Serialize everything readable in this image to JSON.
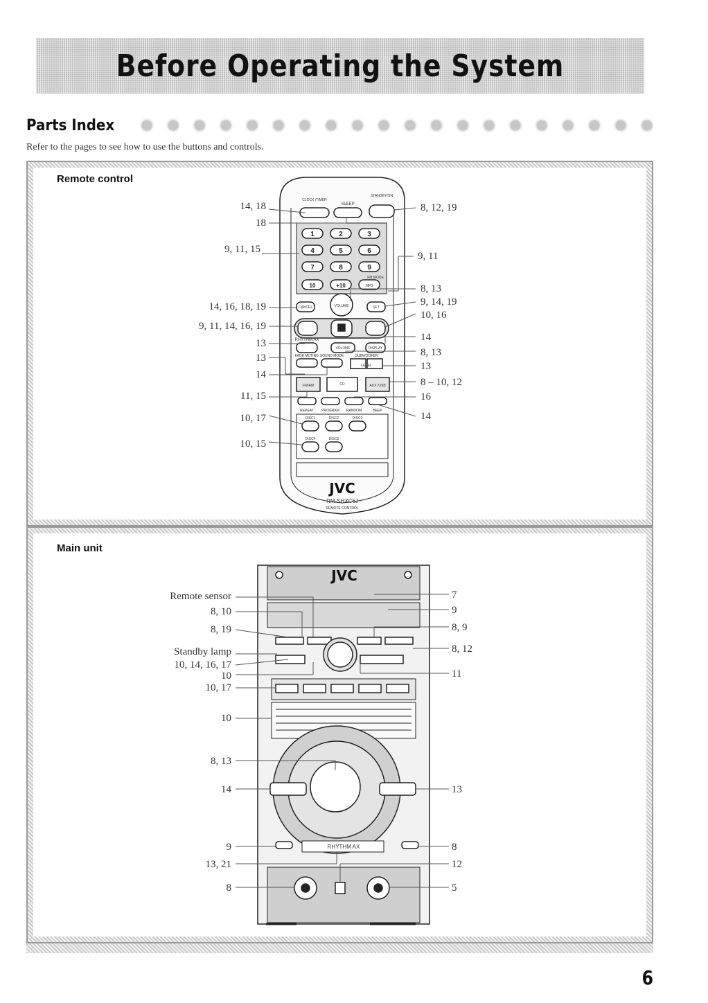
{
  "header": {
    "title": "Before Operating the System"
  },
  "section": {
    "title": "Parts Index",
    "intro": "Refer to the pages to see how to use the buttons and controls."
  },
  "remote": {
    "title": "Remote control",
    "brand": "JVC",
    "model": "RM-SHXC6J",
    "model_sub": "REMOTE CONTROL",
    "buttons": {
      "clock_timer": "CLOCK /TIMER",
      "sleep": "SLEEP",
      "standby": "STANDBY/ON",
      "fm_mode": "FM MODE",
      "mp3": "MP3",
      "cancel": "CANCEL",
      "set": "SET",
      "volume": "VOLUME",
      "rhythm": "RHYTHM AX",
      "display": "DISPLAY",
      "fade_muting": "FADE MUTING",
      "sound_mode": "SOUND MODE",
      "level": "LEVEL",
      "subwoofer": "SUBWOOFER",
      "fm_am": "FM/AM",
      "cd": "CD",
      "aux_usb": "AUX /USB",
      "repeat": "REPEAT",
      "program": "PROGRAM",
      "random": "RANDOM",
      "beep": "BEEP",
      "disc1": "DISC1",
      "disc2": "DISC2",
      "disc3": "DISC3",
      "disc4": "DISC4",
      "disc5": "DISC5",
      "digits": [
        "1",
        "2",
        "3",
        "4",
        "5",
        "6",
        "7",
        "8",
        "9",
        "10",
        "+10"
      ]
    },
    "left_labels": [
      "14, 18",
      "18",
      "9, 11, 15",
      "14, 16, 18, 19",
      "9, 11, 14, 16, 19",
      "13",
      "13",
      "14",
      "11, 15",
      "10, 17",
      "10, 15"
    ],
    "right_labels": [
      "8, 12, 19",
      "9, 11",
      "8, 13",
      "9, 14, 19",
      "10, 16",
      "14",
      "8, 13",
      "13",
      "8 – 10, 12",
      "16",
      "14"
    ]
  },
  "main": {
    "title": "Main unit",
    "brand": "JVC",
    "rhythm": "RHYTHM AX",
    "left_labels": [
      "Remote sensor",
      "8, 10",
      "8, 19",
      "Standby lamp",
      "10, 14, 16, 17",
      "10",
      "10, 17",
      "10",
      "8, 13",
      "14",
      "9",
      "13, 21",
      "8"
    ],
    "right_labels": [
      "7",
      "9",
      "8, 9",
      "8, 12",
      "11",
      "13",
      "8",
      "12",
      "5"
    ]
  },
  "page_number": "6"
}
